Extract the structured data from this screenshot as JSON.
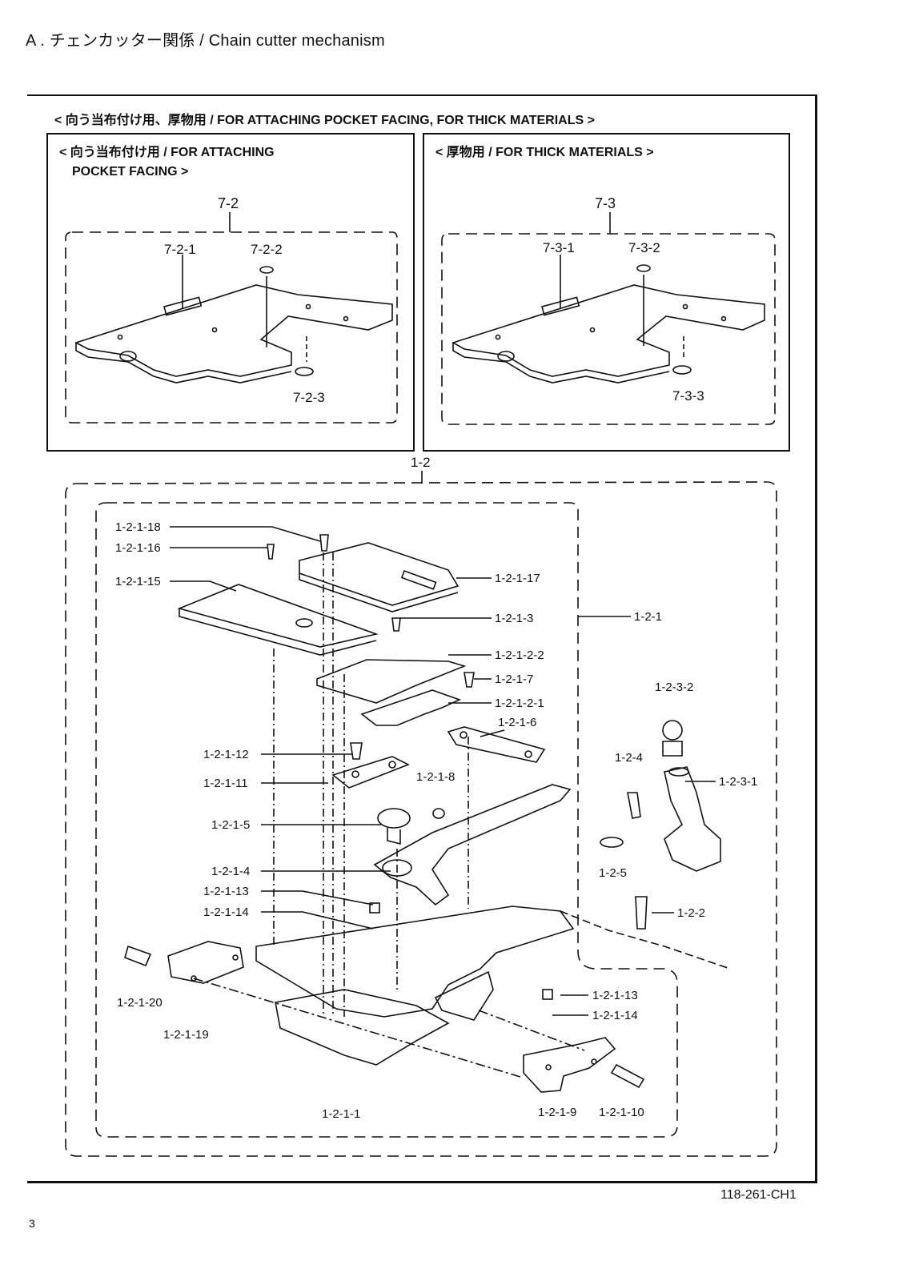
{
  "page": {
    "title": "A . チェンカッター関係 / Chain cutter mechanism",
    "code": "118-261-CH1",
    "number": "3"
  },
  "top_section": {
    "caption": "< 向う当布付け用、厚物用 / FOR ATTACHING POCKET FACING, FOR THICK MATERIALS >",
    "left_box": {
      "caption_line1": "< 向う当布付け用 / FOR ATTACHING",
      "caption_line2": "POCKET FACING >",
      "labels": {
        "group": "7-2",
        "plate": "7-2-1",
        "spacer": "7-2-2",
        "washer": "7-2-3"
      }
    },
    "right_box": {
      "caption": "< 厚物用 / FOR THICK MATERIALS >",
      "labels": {
        "group": "7-3",
        "plate": "7-3-1",
        "spacer": "7-3-2",
        "washer": "7-3-3"
      }
    }
  },
  "main_assembly": {
    "group_label": "1-2",
    "parts": {
      "p18": "1-2-1-18",
      "p16": "1-2-1-16",
      "p15": "1-2-1-15",
      "p17": "1-2-1-17",
      "p3": "1-2-1-3",
      "p1": "1-2-1",
      "p22": "1-2-1-2-2",
      "p7": "1-2-1-7",
      "p21": "1-2-1-2-1",
      "p6": "1-2-1-6",
      "p32": "1-2-3-2",
      "p12": "1-2-1-12",
      "p24": "1-2-4",
      "p11": "1-2-1-11",
      "p8": "1-2-1-8",
      "p31": "1-2-3-1",
      "p5": "1-2-1-5",
      "p4": "1-2-1-4",
      "p25": "1-2-5",
      "p13": "1-2-1-13",
      "p14": "1-2-1-14",
      "p2": "1-2-2",
      "p20": "1-2-1-20",
      "p19": "1-2-1-19",
      "p13b": "1-2-1-13",
      "p14b": "1-2-1-14",
      "p1_1": "1-2-1-1",
      "p9": "1-2-1-9",
      "p10": "1-2-1-10"
    }
  }
}
